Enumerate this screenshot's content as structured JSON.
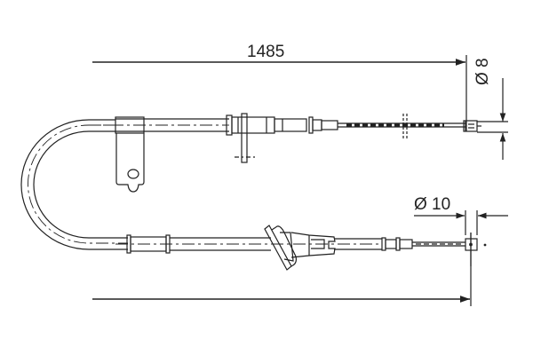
{
  "drawing": {
    "type": "technical-drawing",
    "subject": "parking brake cable",
    "line_color": "#222222",
    "background": "#ffffff"
  },
  "dimensions": {
    "overall_length": "1485",
    "end_fitting_top_diameter": "Ø 8",
    "end_fitting_bottom_diameter": "Ø 10"
  }
}
